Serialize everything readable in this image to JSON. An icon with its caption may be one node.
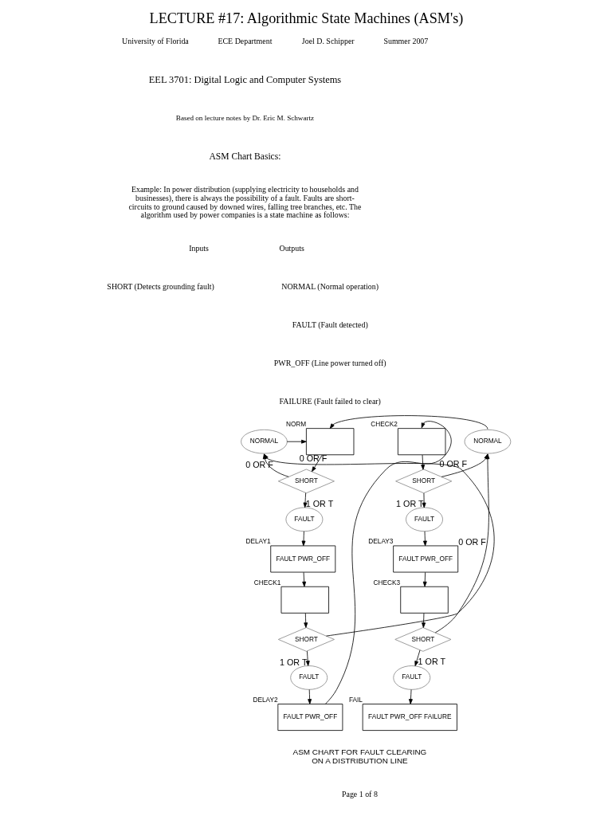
{
  "diagram": {
    "title": "LECTURE #17: Algorithmic State Machines (ASM's)",
    "caption": "ASM CHART FOR FAULT CLEARING ON A DISTRIBUTION LINE",
    "nodes": [
      {
        "text": [
          "NORMAL"
        ]
      },
      {
        "text": [],
        "shape": "box",
        "beside": [
          "NORM"
        ]
      },
      {
        "text": [
          "SHORT"
        ]
      },
      {
        "text": [
          "FAULT"
        ]
      },
      {
        "text": [
          "FAULT PWR_OFF"
        ],
        "beside": [
          "DELAY1"
        ]
      },
      {
        "text": [],
        "shape": "box",
        "beside": [
          "CHECK1"
        ]
      },
      {
        "text": [
          "SHORT"
        ]
      },
      {
        "text": [
          "FAULT"
        ]
      },
      {
        "text": [
          "FAULT PWR_OFF"
        ],
        "beside": [
          "DELAY2"
        ]
      },
      {
        "text": [],
        "shape": "box",
        "beside": [
          "CHECK2"
        ]
      },
      {
        "text": [
          "NORMAL"
        ]
      },
      {
        "text": [
          "SHORT"
        ]
      },
      {
        "text": [
          "FAULT"
        ]
      },
      {
        "text": [
          "FAULT PWR_OFF"
        ],
        "beside": [
          "DELAY3"
        ]
      },
      {
        "text": [],
        "shape": "box",
        "beside": [
          "CHECK3"
        ]
      },
      {
        "text": [
          "SHORT"
        ]
      },
      {
        "text": [
          "FAULT"
        ]
      },
      {
        "text": [
          "FAULT PWR_OFF FAILURE"
        ],
        "beside": [
          "FAIL"
        ]
      }
    ],
    "edges": [
      {
        "from": 0,
        "to": 1,
        "arrow": "to"
      },
      {
        "from": 10,
        "to": 1,
        "arrow": "to"
      },
      {
        "from": 1,
        "to": 2,
        "arrow": "to"
      },
      {
        "from": 2,
        "to": 0,
        "arrow": "to",
        "label": "0 OR F"
      },
      {
        "from": 2,
        "to": 3,
        "arrow": "to",
        "label": "1 OR T"
      },
      {
        "from": 3,
        "to": 4,
        "arrow": "to"
      },
      {
        "from": 4,
        "to": 5,
        "arrow": "to"
      },
      {
        "from": 5,
        "to": 6,
        "arrow": "to"
      },
      {
        "from": 6,
        "to": 0,
        "arrow": "to",
        "label": "0 OR F"
      },
      {
        "from": 6,
        "to": 7,
        "arrow": "to",
        "label": "1 OR T"
      },
      {
        "from": 7,
        "to": 8,
        "arrow": "to"
      },
      {
        "from": 8,
        "to": 9,
        "arrow": "to"
      },
      {
        "from": 9,
        "to": 11,
        "arrow": "to"
      },
      {
        "from": 11,
        "to": 10,
        "arrow": "to",
        "label": "0 OR F"
      },
      {
        "from": 11,
        "to": 12,
        "arrow": "to",
        "label": "1 OR T"
      },
      {
        "from": 12,
        "to": 13,
        "arrow": "to"
      },
      {
        "from": 13,
        "to": 14,
        "arrow": "to"
      },
      {
        "from": 14,
        "to": 15,
        "arrow": "to"
      },
      {
        "from": 15,
        "to": 10,
        "arrow": "to",
        "label": "0 OR F"
      },
      {
        "from": 15,
        "to": 16,
        "arrow": "to",
        "label": "1 OR T"
      },
      {
        "from": 16,
        "to": 17,
        "arrow": "to"
      }
    ],
    "labels": [
      "University of Florida",
      "ECE Department",
      "Joel D. Schipper",
      "Summer 2007",
      "EEL 3701: Digital Logic and Computer Systems",
      "Based on lecture notes by Dr. Eric M. Schwartz",
      "ASM Chart Basics:",
      "Example: In power distribution (supplying electricity to households and businesses), there is always the possibility of a fault. Faults are short-circuits to ground caused by downed wires, falling tree branches, etc. The algorithm used by power companies is a state machine as follows:",
      "Inputs",
      "Outputs",
      "SHORT (Detects grounding fault)",
      "NORMAL (Normal operation)",
      "FAULT (Fault detected)",
      "PWR_OFF (Line power turned off)",
      "FAILURE (Fault failed to clear)",
      "Page 1 of 8"
    ]
  }
}
